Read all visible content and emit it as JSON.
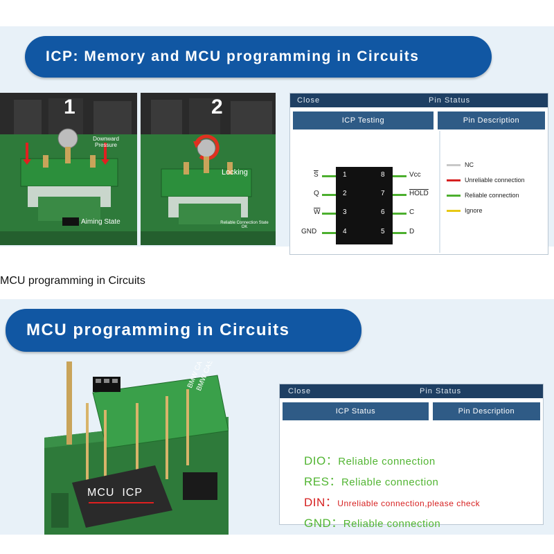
{
  "section1": {
    "title": "ICP: Memory and MCU programming in Circuits",
    "photo_step1": {
      "number": "1",
      "label_pressure": "Downward\nPressure",
      "label_aiming": "Aiming State"
    },
    "photo_step2": {
      "number": "2",
      "label_locking": "Locking",
      "label_bottom": "Reliable Connection State\nOK"
    },
    "window": {
      "close_label": "Close",
      "title": "Pin Status",
      "tabs": [
        "ICP Testing",
        "Pin Description"
      ],
      "chip": {
        "left_pins": [
          {
            "name": "S",
            "overline": true,
            "num": "1"
          },
          {
            "name": "Q",
            "overline": false,
            "num": "2"
          },
          {
            "name": "W",
            "overline": true,
            "num": "3"
          },
          {
            "name": "GND",
            "overline": false,
            "num": "4"
          }
        ],
        "right_pins": [
          {
            "name": "Vcc",
            "overline": false,
            "num": "8"
          },
          {
            "name": "HOLD",
            "overline": true,
            "num": "7"
          },
          {
            "name": "C",
            "overline": false,
            "num": "6"
          },
          {
            "name": "D",
            "overline": false,
            "num": "5"
          }
        ]
      },
      "legend": [
        {
          "label": "NC",
          "color": "#c8c8c8"
        },
        {
          "label": "Unreliable connection",
          "color": "#d62020"
        },
        {
          "label": "Reliable connection",
          "color": "#4caf2e"
        },
        {
          "label": "Ignore",
          "color": "#e8c814"
        }
      ]
    }
  },
  "caption": "MCU programming in Circuits",
  "section2": {
    "title": "MCU programming in Circuits",
    "photo": {
      "chip_label": "MCU  ICP",
      "board_text1": "BMW CAS3",
      "board_text2": "BMW CAS3+"
    },
    "window": {
      "close_label": "Close",
      "title": "Pin Status",
      "tabs": [
        "ICP Status",
        "Pin Description"
      ],
      "statuses": [
        {
          "pin": "DIO：",
          "text": "Reliable connection",
          "color": "#52b533"
        },
        {
          "pin": "RES：",
          "text": "Reliable connection",
          "color": "#52b533"
        },
        {
          "pin": "DIN：",
          "text": "Unreliable connection,please check",
          "color": "#d62020"
        },
        {
          "pin": "GND：",
          "text": "Reliable connection",
          "color": "#52b533"
        }
      ]
    }
  },
  "colors": {
    "banner": "#1157a3",
    "panel_bg": "#e8f1f8",
    "titlebar": "#1e3f63",
    "tab": "#2f5b86",
    "pcb_green": "#2e7a3a"
  }
}
